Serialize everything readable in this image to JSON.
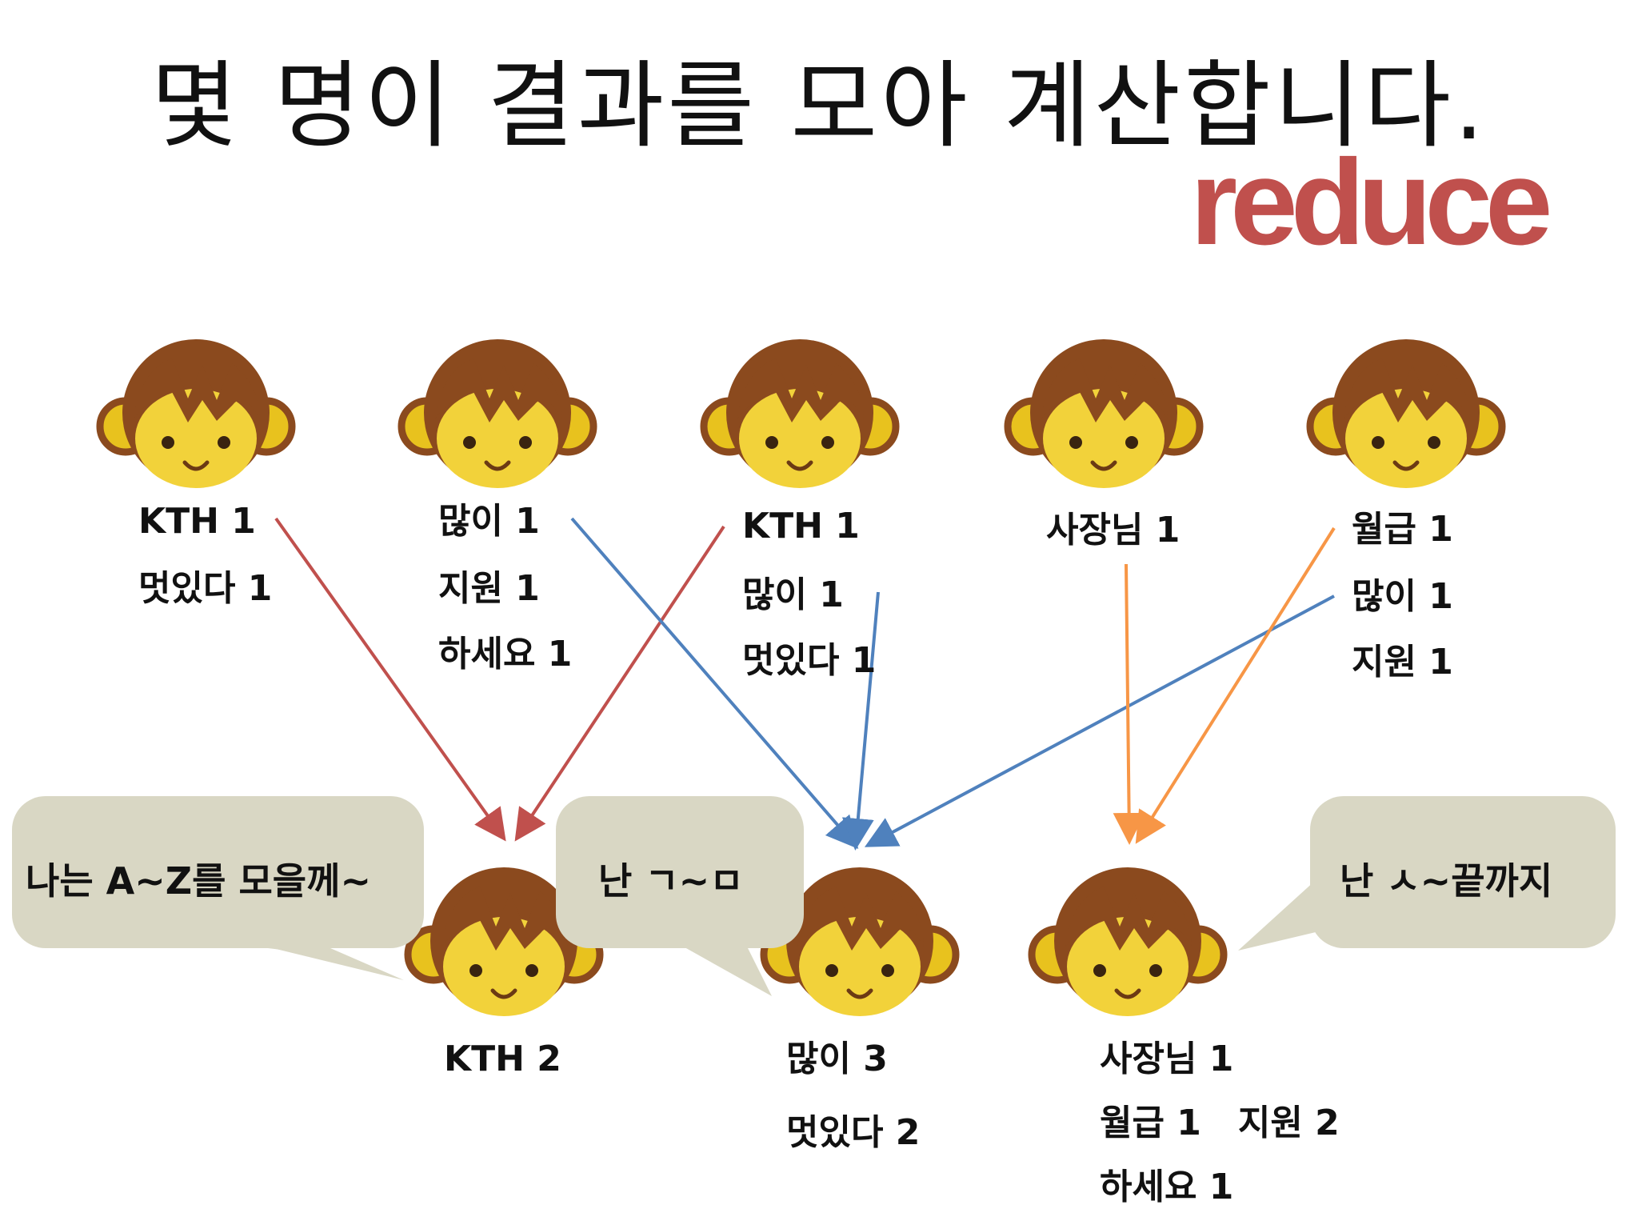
{
  "title": "몇 명이 결과를 모아 계산합니다.",
  "subtitle": "reduce",
  "mappers": [
    {
      "lines": [
        "KTH 1",
        "멋있다 1"
      ]
    },
    {
      "lines": [
        "많이 1",
        "지원 1",
        "하세요 1"
      ]
    },
    {
      "lines": [
        "KTH 1",
        "많이 1",
        "멋있다 1"
      ]
    },
    {
      "lines": [
        "사장님 1"
      ]
    },
    {
      "lines": [
        "월급 1",
        "많이 1",
        "지원 1"
      ]
    }
  ],
  "reducers": [
    {
      "lines": [
        "KTH 2"
      ]
    },
    {
      "lines": [
        "많이 3",
        "멋있다 2"
      ]
    },
    {
      "lines": [
        "사장님 1",
        "월급 1   지원 2",
        "하세요 1"
      ]
    }
  ],
  "bubbles": [
    {
      "text": "나는 A~Z를 모을께~"
    },
    {
      "text": "난 ㄱ~ㅁ"
    },
    {
      "text": "난 ㅅ~끝까지"
    }
  ],
  "colors": {
    "red": "#c0504d",
    "blue": "#4f81bd",
    "orange": "#f79646",
    "bubble": "#d9d7c4"
  },
  "icons": [
    "monkey-face-icon"
  ]
}
